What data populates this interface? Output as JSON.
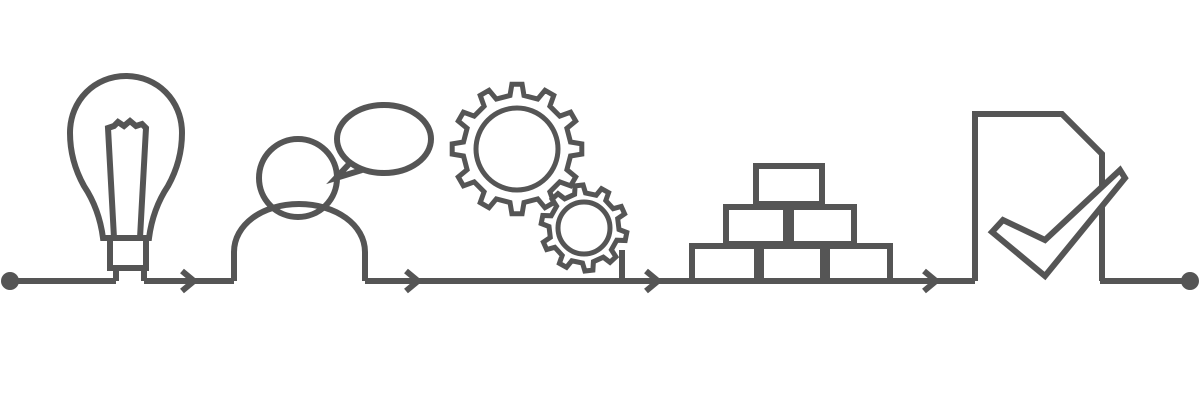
{
  "diagram": {
    "type": "process-flow",
    "stroke_color": "#555555",
    "background_color": "#ffffff",
    "steps": [
      {
        "icon": "lightbulb-icon",
        "meaning": "idea"
      },
      {
        "icon": "person-speech-bubble-icon",
        "meaning": "discussion"
      },
      {
        "icon": "gears-icon",
        "meaning": "development"
      },
      {
        "icon": "bricks-icon",
        "meaning": "building"
      },
      {
        "icon": "document-checkmark-icon",
        "meaning": "approval"
      }
    ],
    "connector_count": 4,
    "endpoints": [
      "start-dot",
      "end-dot"
    ]
  }
}
